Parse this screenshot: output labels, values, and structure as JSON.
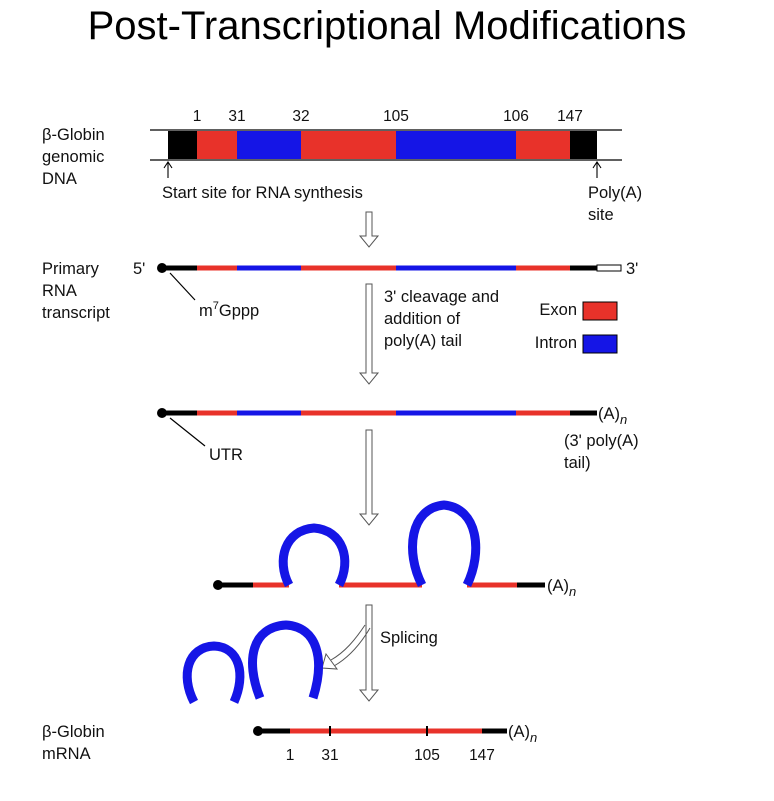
{
  "title": "Post-Transcriptional Modifications",
  "legend": {
    "exon": "Exon",
    "intron": "Intron"
  },
  "colors": {
    "exon": "#e8322a",
    "intron": "#1515e6",
    "flank": "#000000"
  },
  "genomic": {
    "label": [
      "β-Globin",
      "genomic",
      "DNA"
    ],
    "positions": [
      "1",
      "31",
      "32",
      "105",
      "106",
      "147"
    ],
    "start_label": "Start site for RNA synthesis",
    "polya_label": [
      "Poly(A)",
      "site"
    ]
  },
  "primary": {
    "label": [
      "Primary",
      "RNA",
      "transcript"
    ],
    "five_prime": "5'",
    "three_prime": "3'",
    "cap": "m",
    "cap_sup": "7",
    "cap_rest": "Gppp",
    "step": [
      "3' cleavage and",
      "addition of",
      "poly(A) tail"
    ]
  },
  "polyadenylated": {
    "utr": "UTR",
    "tail": "(A)",
    "tail_sub": "n",
    "tail_note": [
      "(3' poly(A)",
      "tail)"
    ]
  },
  "spliced_intermediate": {
    "tail": "(A)",
    "tail_sub": "n"
  },
  "splicing": {
    "label": "Splicing"
  },
  "mrna": {
    "label": [
      "β-Globin",
      "mRNA"
    ],
    "positions": [
      "1",
      "31",
      "105",
      "147"
    ],
    "tail": "(A)",
    "tail_sub": "n"
  }
}
